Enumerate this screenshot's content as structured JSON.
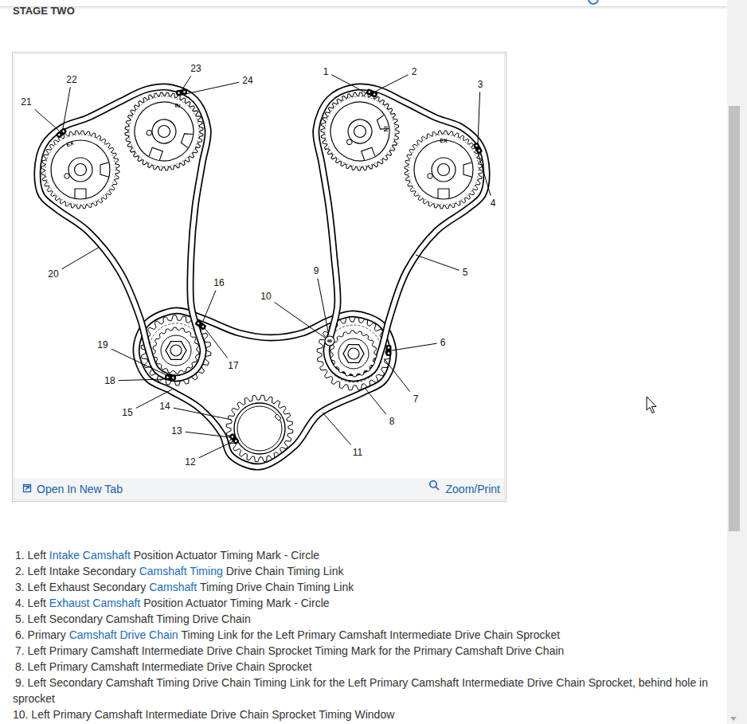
{
  "diagram": {
    "title": "STAGE TWO",
    "labels": [
      "1",
      "2",
      "3",
      "4",
      "5",
      "6",
      "7",
      "8",
      "9",
      "10",
      "11",
      "12",
      "13",
      "14",
      "15",
      "16",
      "17",
      "18",
      "19",
      "20",
      "21",
      "22",
      "23",
      "24",
      "EX",
      "IN",
      "IN",
      "EX",
      "Open In New Tab",
      "Zoom/Print",
      "1. Left",
      "Intake Camshaft",
      "Position Actuator Timing Mark - Circle",
      "2. Left Intake Secondary",
      "Camshaft Timing",
      "Drive Chain Timing Link",
      "3. Left Exhaust Secondary",
      "Camshaft",
      "Timing Drive Chain Timing Link",
      "4. Left",
      "Exhaust Camshaft",
      "Position Actuator Timing Mark - Circle",
      "5. Left Secondary Camshaft Timing Drive Chain",
      "6. Primary",
      "Camshaft Drive Chain",
      "Timing Link for the Left Primary Camshaft Intermediate Drive Chain Sprocket",
      "7. Left Primary Camshaft Intermediate Drive Chain Sprocket Timing Mark for the Primary Camshaft Drive Chain",
      "8. Left Primary Camshaft Intermediate Drive Chain Sprocket",
      "9. Left Secondary Camshaft Timing Drive Chain Timing Link for the Left Primary Camshaft Intermediate Drive Chain Sprocket, behind hole in sprocket",
      "10. Left Primary Camshaft Intermediate Drive Chain Sprocket Timing Window"
    ]
  }
}
